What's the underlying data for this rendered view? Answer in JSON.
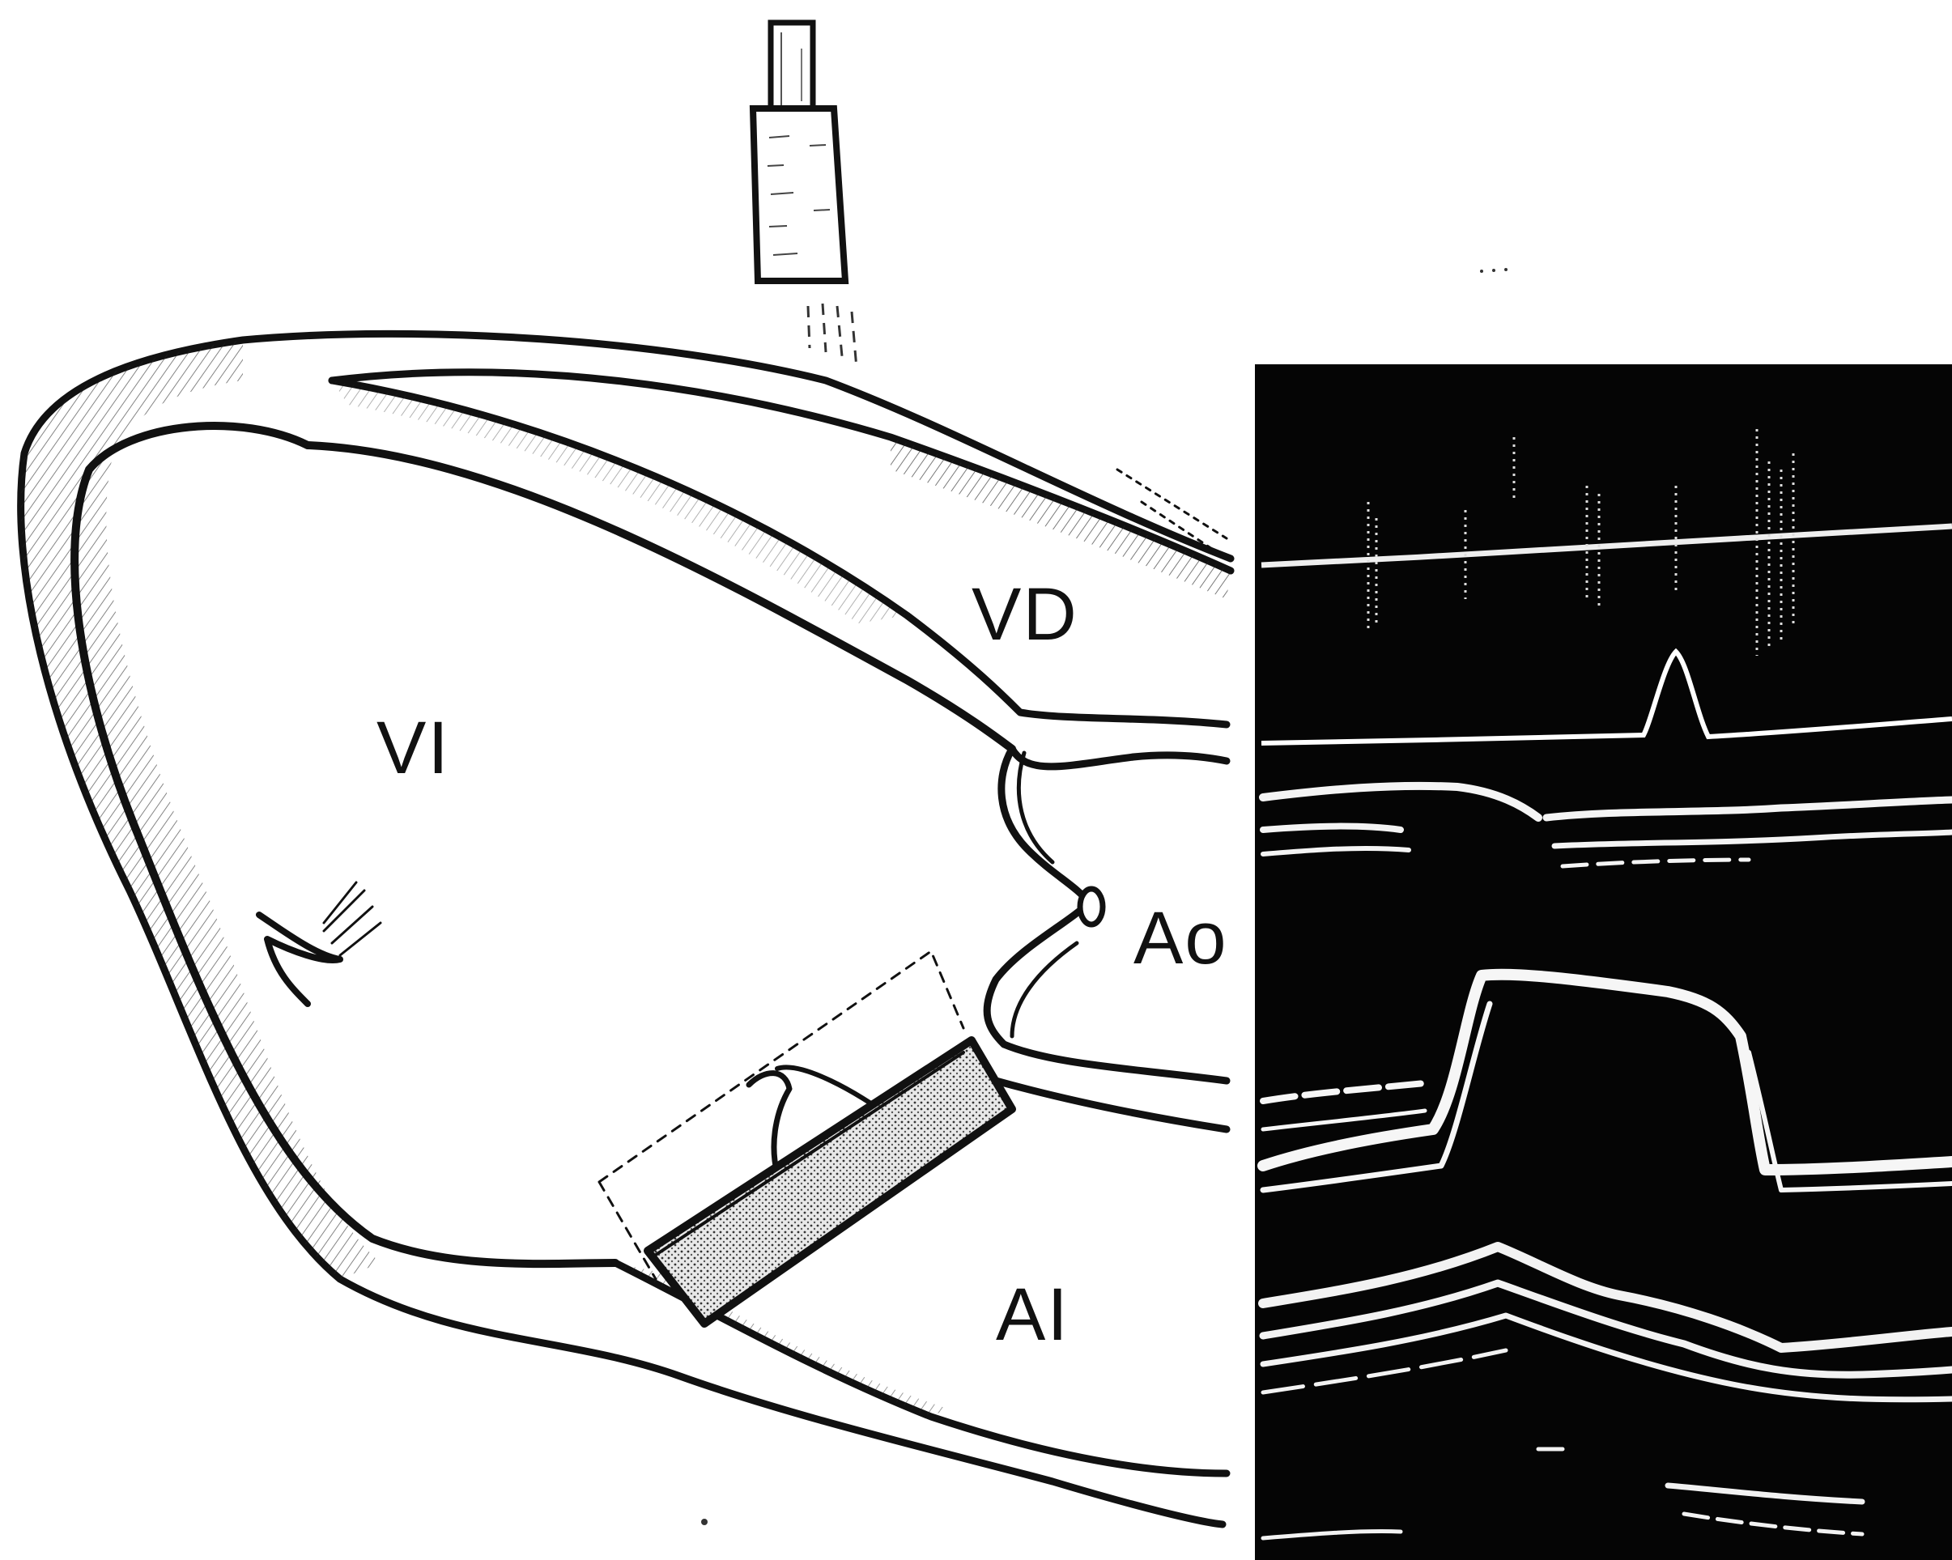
{
  "diagram": {
    "labels": {
      "left_ventricle": "VI",
      "right_ventricle": "VD",
      "aorta": "Ao",
      "left_atrium": "AI"
    }
  },
  "colors": {
    "ink": "#111111",
    "paper": "#ffffff",
    "echo_background": "#050505",
    "echo_signal": "#f2f2f2"
  },
  "icons": {
    "probe": "ultrasound-transducer-icon"
  }
}
